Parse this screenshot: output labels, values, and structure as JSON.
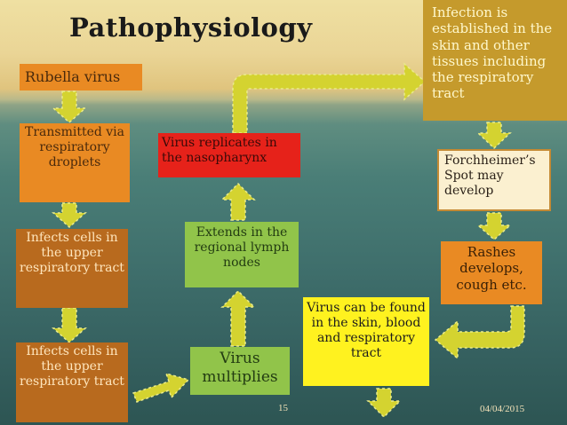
{
  "slide": {
    "title": "Pathophysiology",
    "page_number": "15",
    "date": "04/04/2015"
  },
  "nodes": {
    "rubella_virus": "Rubella virus",
    "transmitted": "Transmitted via respiratory droplets",
    "infects_upper_1": "Infects cells in the upper respiratory tract",
    "infects_upper_2": "Infects cells in the upper respiratory tract",
    "virus_multiplies": "Virus multiplies",
    "extends_lymph": "Extends in the regional lymph nodes",
    "replicates_nasopharynx": "Virus replicates in the nasopharynx",
    "infection_established": "Infection is established in the skin and other tissues including the respiratory tract",
    "forchheimer": "Forchheimer’s Spot may develop",
    "rashes": "Rashes develops, cough etc.",
    "found_in_skin": "Virus can be found in the skin, blood and respiratory tract"
  },
  "colors": {
    "arrow_yellow": "#d8d82e",
    "orange_box": "#e98a23",
    "brown_box": "#b86a1e",
    "red_box": "#e6221a",
    "green_box": "#91c44a",
    "yellow_box": "#fff21f",
    "cream_box": "#fbf0d0",
    "gold_box": "#c59a2c"
  }
}
